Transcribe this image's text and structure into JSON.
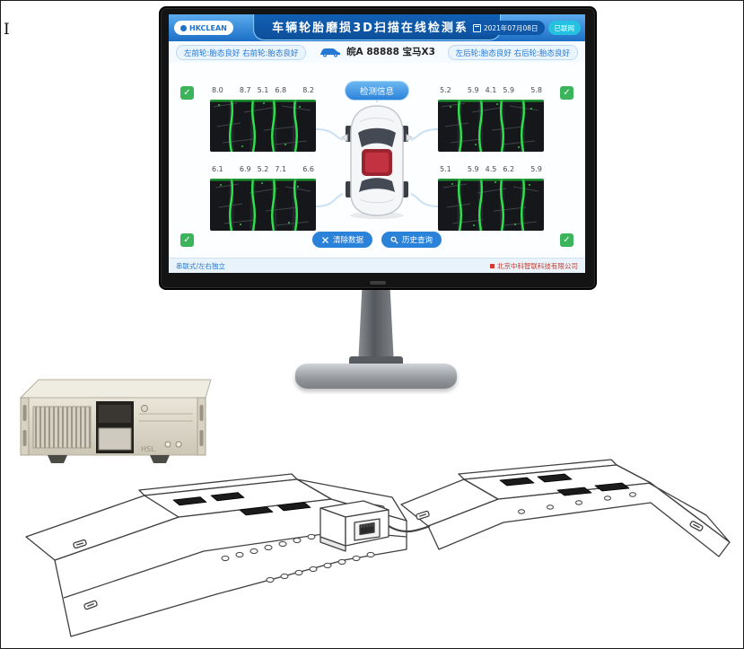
{
  "cursor": {
    "ibeam": "I"
  },
  "icons": {
    "check": "✓"
  },
  "colors": {
    "accent": "#2b82d9",
    "success": "#3cb45c",
    "laser": "#2de44b",
    "header_blue": "#1c6fc6"
  },
  "screen": {
    "header": {
      "logo": "HKCLEAN",
      "title": "车辆轮胎磨损3D扫描在线检测系统",
      "date_badge": "2021年07月08日",
      "net_badge": "已联网"
    },
    "vehicle_bar": {
      "left_status": "左前轮:胎态良好  右前轮:胎态良好",
      "plate": "皖A 88888 宝马X3",
      "right_status": "左后轮:胎态良好  右后轮:胎态良好"
    },
    "center": {
      "info_label": "检测信息",
      "clear_label": "清除数据",
      "history_label": "历史查询"
    },
    "tires": [
      {
        "position": "front-left",
        "values": [
          "8.0",
          "8.7",
          "5.1",
          "6.8",
          "8.2"
        ]
      },
      {
        "position": "front-right",
        "values": [
          "5.2",
          "5.9",
          "4.1",
          "5.9",
          "5.8"
        ]
      },
      {
        "position": "rear-left",
        "values": [
          "6.1",
          "6.9",
          "5.2",
          "7.1",
          "6.6"
        ]
      },
      {
        "position": "rear-right",
        "values": [
          "5.1",
          "5.9",
          "4.5",
          "6.2",
          "5.9"
        ]
      }
    ],
    "footer": {
      "left": "串联式/左右独立",
      "right": "北京中科智联科技有限公司"
    }
  },
  "ipc": {
    "label": "HSL"
  }
}
